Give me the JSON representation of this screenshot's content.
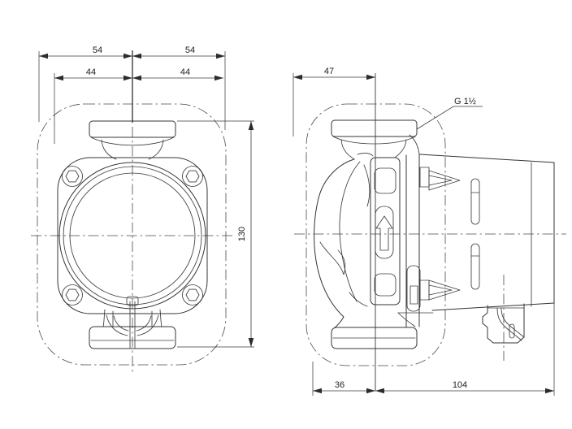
{
  "drawing": {
    "background": "#ffffff",
    "line_color": "#343434",
    "dimension_color": "#3a3a3a",
    "dimensions": {
      "b1": "54",
      "b2": "54",
      "b3": "44",
      "b4": "44",
      "l1": "130",
      "d1": "47",
      "thread": "G 1½",
      "h1": "36",
      "h2": "104"
    },
    "icons": {
      "flow_direction_arrow": "⇧"
    }
  }
}
